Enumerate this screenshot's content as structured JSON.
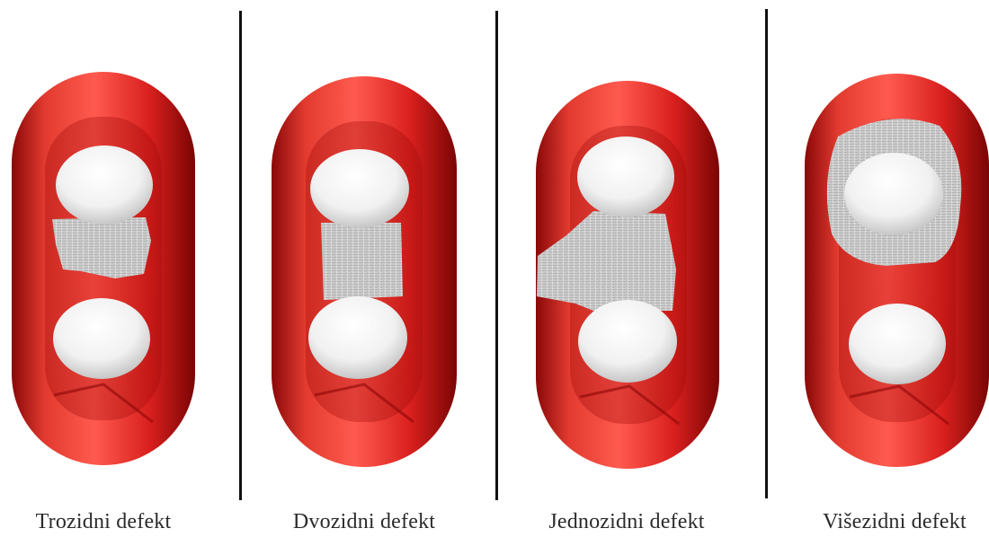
{
  "figure": {
    "panels": [
      {
        "caption": "Trozidni defekt",
        "defect": "three-wall"
      },
      {
        "caption": "Dvozidni defekt",
        "defect": "two-wall"
      },
      {
        "caption": "Jednozidni defekt",
        "defect": "one-wall"
      },
      {
        "caption": "Višezidni defekt",
        "defect": "multi-wall"
      }
    ],
    "colors": {
      "capsule": "#d9201e",
      "capsule_light": "#ff5a4f",
      "capsule_dark": "#7a0505",
      "tooth": "#ffffff",
      "defect": "#c9c9c9",
      "divider": "#111111",
      "caption_text": "#2a2a2a"
    }
  }
}
